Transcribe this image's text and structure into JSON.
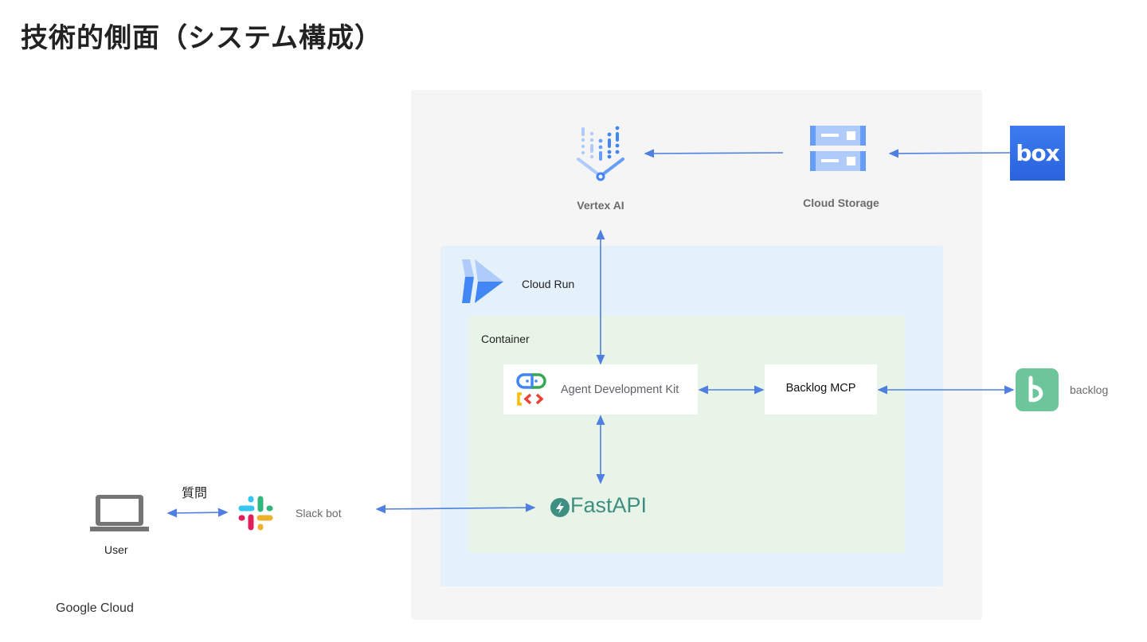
{
  "title": "技術的側面（システム構成）",
  "footer": {
    "brand": "Google Cloud"
  },
  "colors": {
    "outer_bg": "#f5f5f5",
    "cloud_run_bg": "#e4f0fa",
    "container_bg": "#e9f4e8",
    "arrow": "#4f7fe0",
    "box_brand": "#2f6ce6",
    "backlog_brand": "#6cc59b",
    "fastapi_brand": "#3d8f82"
  },
  "nodes": {
    "vertex_ai": {
      "label": "Vertex AI",
      "icon": "vertex-ai-icon"
    },
    "cloud_storage": {
      "label": "Cloud Storage",
      "icon": "cloud-storage-icon"
    },
    "box": {
      "label": "box",
      "icon": "box-logo-icon"
    },
    "cloud_run": {
      "label": "Cloud Run",
      "icon": "cloud-run-icon"
    },
    "container": {
      "label": "Container"
    },
    "adk": {
      "label": "Agent Development Kit",
      "icon": "adk-icon"
    },
    "backlog_mcp": {
      "label": "Backlog MCP"
    },
    "backlog": {
      "label": "backlog",
      "icon": "backlog-logo-icon"
    },
    "fastapi": {
      "label": "FastAPI",
      "icon": "fastapi-icon"
    },
    "slack": {
      "label": "Slack bot",
      "icon": "slack-icon"
    },
    "user": {
      "label": "User",
      "icon": "laptop-icon"
    }
  },
  "edges": [
    {
      "from": "cloud_storage",
      "to": "vertex_ai",
      "direction": "one-way"
    },
    {
      "from": "box",
      "to": "cloud_storage",
      "direction": "one-way"
    },
    {
      "from": "vertex_ai",
      "to": "adk",
      "direction": "two-way"
    },
    {
      "from": "adk",
      "to": "backlog_mcp",
      "direction": "two-way"
    },
    {
      "from": "backlog_mcp",
      "to": "backlog",
      "direction": "two-way"
    },
    {
      "from": "adk",
      "to": "fastapi",
      "direction": "two-way"
    },
    {
      "from": "slack",
      "to": "fastapi",
      "direction": "two-way"
    },
    {
      "from": "user",
      "to": "slack",
      "direction": "two-way",
      "label": "質問"
    }
  ]
}
